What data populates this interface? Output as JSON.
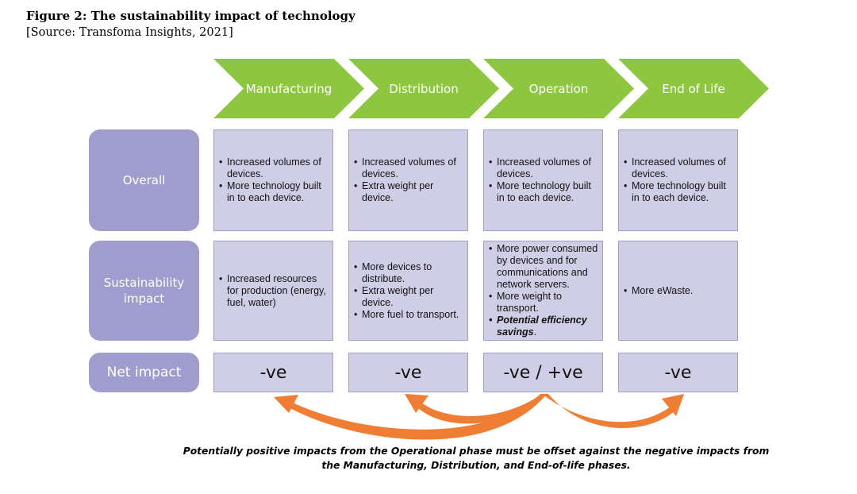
{
  "figure": {
    "title": "Figure 2: The sustainability impact of technology",
    "source": "[Source: Transfoma Insights, 2021]"
  },
  "colors": {
    "phase_arrow": "#8dc63f",
    "row_header": "#9e9dce",
    "cell_fill": "#cfcee6",
    "cell_border": "#9f9fcf",
    "offset_arrow": "#ef7d33"
  },
  "phases": [
    {
      "label": "Manufacturing"
    },
    {
      "label": "Distribution"
    },
    {
      "label": "Operation"
    },
    {
      "label": "End of Life"
    }
  ],
  "rows": {
    "overall": {
      "label": "Overall",
      "cells": [
        [
          "Increased volumes of devices.",
          "More technology built in to each device."
        ],
        [
          "Increased volumes of devices.",
          "Extra weight per device."
        ],
        [
          "Increased volumes of devices.",
          "More technology built in to each device."
        ],
        [
          "Increased volumes of devices.",
          "More technology built in to each device."
        ]
      ]
    },
    "sustainability": {
      "label": "Sustainability impact",
      "cells": [
        [
          "Increased resources for production (energy, fuel, water)"
        ],
        [
          "More devices to distribute.",
          "Extra weight per device.",
          "More fuel to transport."
        ],
        [
          "More power consumed by devices and for communications and network servers.",
          "More weight to transport.",
          "Potential efficiency savings"
        ],
        [
          "More eWaste."
        ]
      ]
    },
    "net": {
      "label": "Net impact",
      "cells": [
        "-ve",
        "-ve",
        "-ve / +ve",
        "-ve"
      ]
    }
  },
  "caption": "Potentially positive impacts from the Operational phase must be offset against the negative impacts from the Manufacturing, Distribution, and End-of-life phases."
}
